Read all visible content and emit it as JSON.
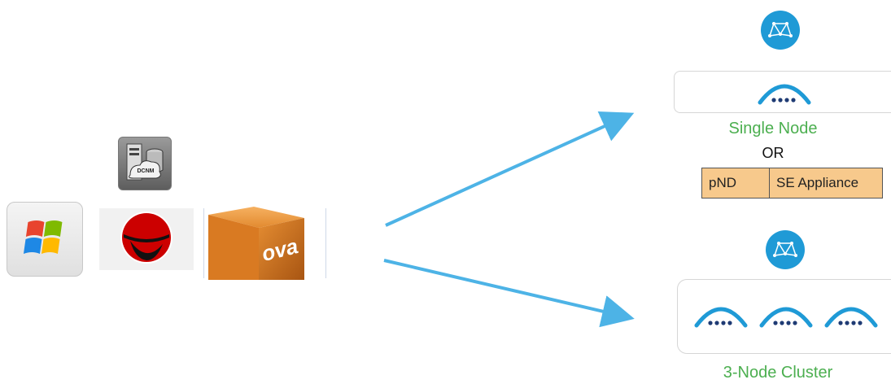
{
  "dcnm_badge": "DCNM",
  "ova_badge": "ova",
  "single_node": {
    "label": "Single Node",
    "or": "OR",
    "options": [
      "pND",
      "SE Appliance"
    ]
  },
  "cluster": {
    "label": "3-Node Cluster"
  },
  "colors": {
    "arrow": "#4db3e6",
    "green_label": "#4caf50",
    "table_fill": "#f7c98c",
    "node_blue": "#1f9ad6",
    "node_dark": "#1f3b74"
  },
  "icons": [
    "windows-logo-icon",
    "redhat-logo-icon",
    "ova-box-icon",
    "dcnm-server-icon",
    "nexus-dashboard-icon",
    "node-arc-icon"
  ]
}
